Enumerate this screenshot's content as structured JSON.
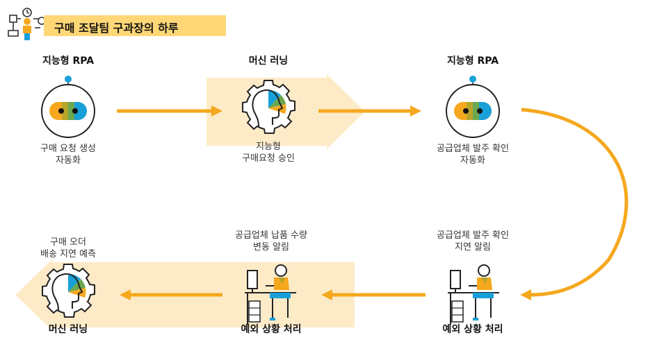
{
  "title": "구매 조달팀 구과장의 하루",
  "steps": {
    "rpa1": {
      "tag": "지능형 RPA",
      "caption": [
        "구매 요청 생성",
        "자동화"
      ]
    },
    "ml1": {
      "tag": "머신 러닝",
      "caption": [
        "지능형",
        "구매요청 승인"
      ]
    },
    "rpa2": {
      "tag": "지능형 RPA",
      "caption": [
        "공급업체 발주 확인",
        "자동화"
      ]
    },
    "ex1": {
      "tag": "예외 상황 처리",
      "caption": [
        "공급업체 발주 확인",
        "지연 알림"
      ]
    },
    "ex2": {
      "tag": "예외 상황 처리",
      "caption": [
        "공급업체 납품 수량",
        "변동 알림"
      ]
    },
    "ml2": {
      "tag": "머신 러닝",
      "caption": [
        "구매 오더",
        "배송 지연 예측"
      ]
    }
  },
  "colors": {
    "arrow": "#f5a81e",
    "banner": "#ffd777",
    "highlight": "#fdebc8",
    "blue": "#1aa0d8",
    "green": "#6aa84f",
    "olive": "#b7a52a",
    "dark": "#222222"
  }
}
